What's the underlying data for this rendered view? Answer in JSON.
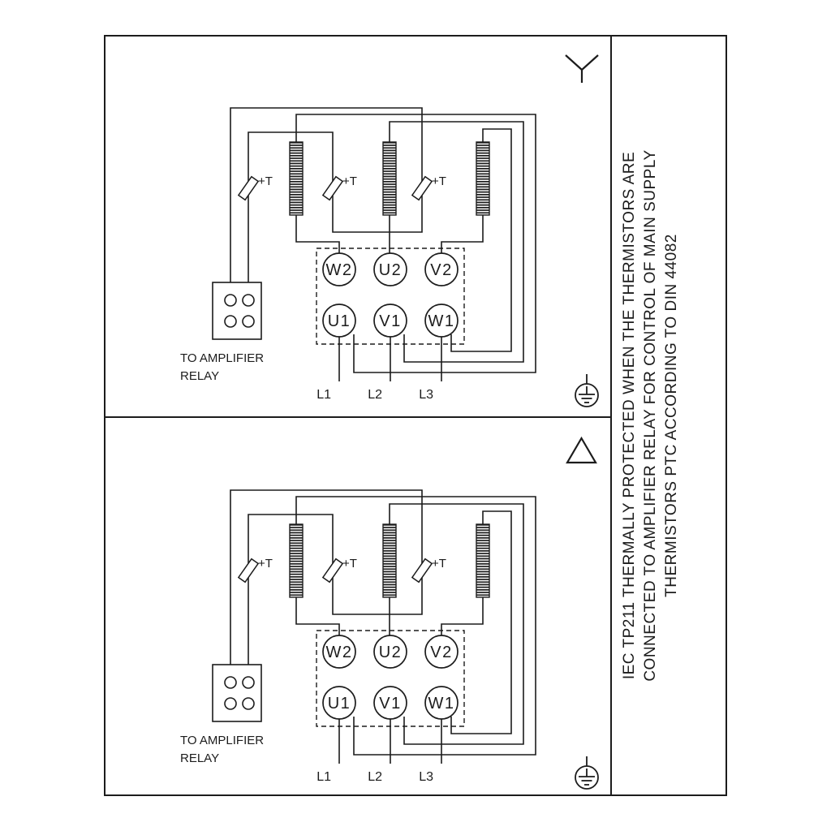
{
  "diagram": {
    "side_note_lines": [
      "IEC TP211 THERMALLY PROTECTED WHEN THE THERMISTORS ARE",
      "CONNECTED TO AMPLIFIER RELAY FOR CONTROL OF MAIN SUPPLY",
      "THERMISTORS PTC ACCORDING TO DIN 44082"
    ],
    "panels": [
      {
        "id": "star",
        "connection": "star",
        "relay_label_line1": "TO AMPLIFIER",
        "relay_label_line2": "RELAY",
        "thermistor_label": "+T",
        "terminal_top_row": [
          "W2",
          "U2",
          "V2"
        ],
        "terminal_bottom_row": [
          "U1",
          "V1",
          "W1"
        ],
        "supply_labels": [
          "L1",
          "L2",
          "L3"
        ]
      },
      {
        "id": "delta",
        "connection": "delta",
        "relay_label_line1": "TO AMPLIFIER",
        "relay_label_line2": "RELAY",
        "thermistor_label": "+T",
        "terminal_top_row": [
          "W2",
          "U2",
          "V2"
        ],
        "terminal_bottom_row": [
          "U1",
          "V1",
          "W1"
        ],
        "supply_labels": [
          "L1",
          "L2",
          "L3"
        ]
      }
    ]
  },
  "colors": {
    "ink": "#1c1c1c",
    "background": "#ffffff"
  }
}
